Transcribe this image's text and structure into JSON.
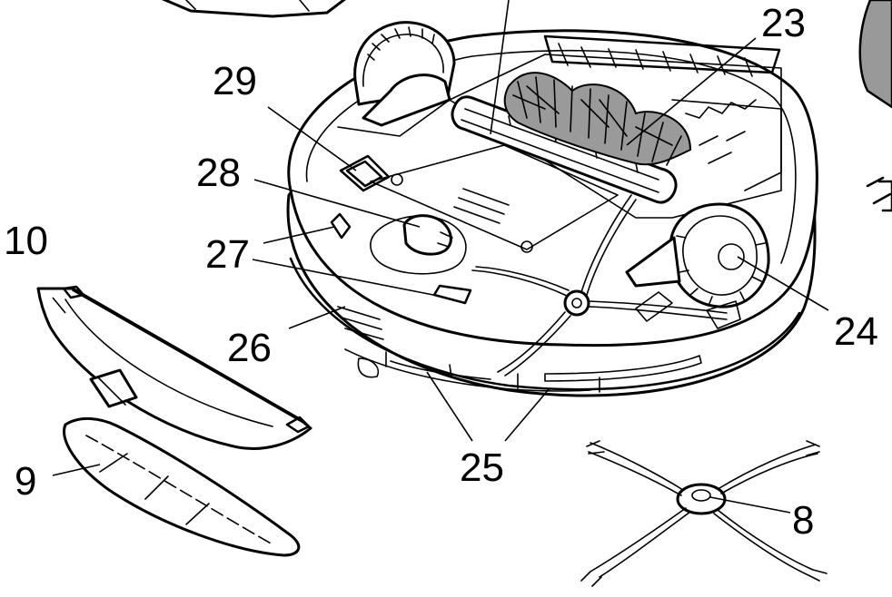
{
  "diagram": {
    "colors": {
      "line": "#000000",
      "background": "#ffffff",
      "brush_fill": "#9a9a9a",
      "panel_fill": "#999999"
    },
    "labels": {
      "c23": "23",
      "c29": "29",
      "c28": "28",
      "c10": "10",
      "c27": "27",
      "c26": "26",
      "c24": "24",
      "c25": "25",
      "c9": "9",
      "c8": "8"
    }
  }
}
